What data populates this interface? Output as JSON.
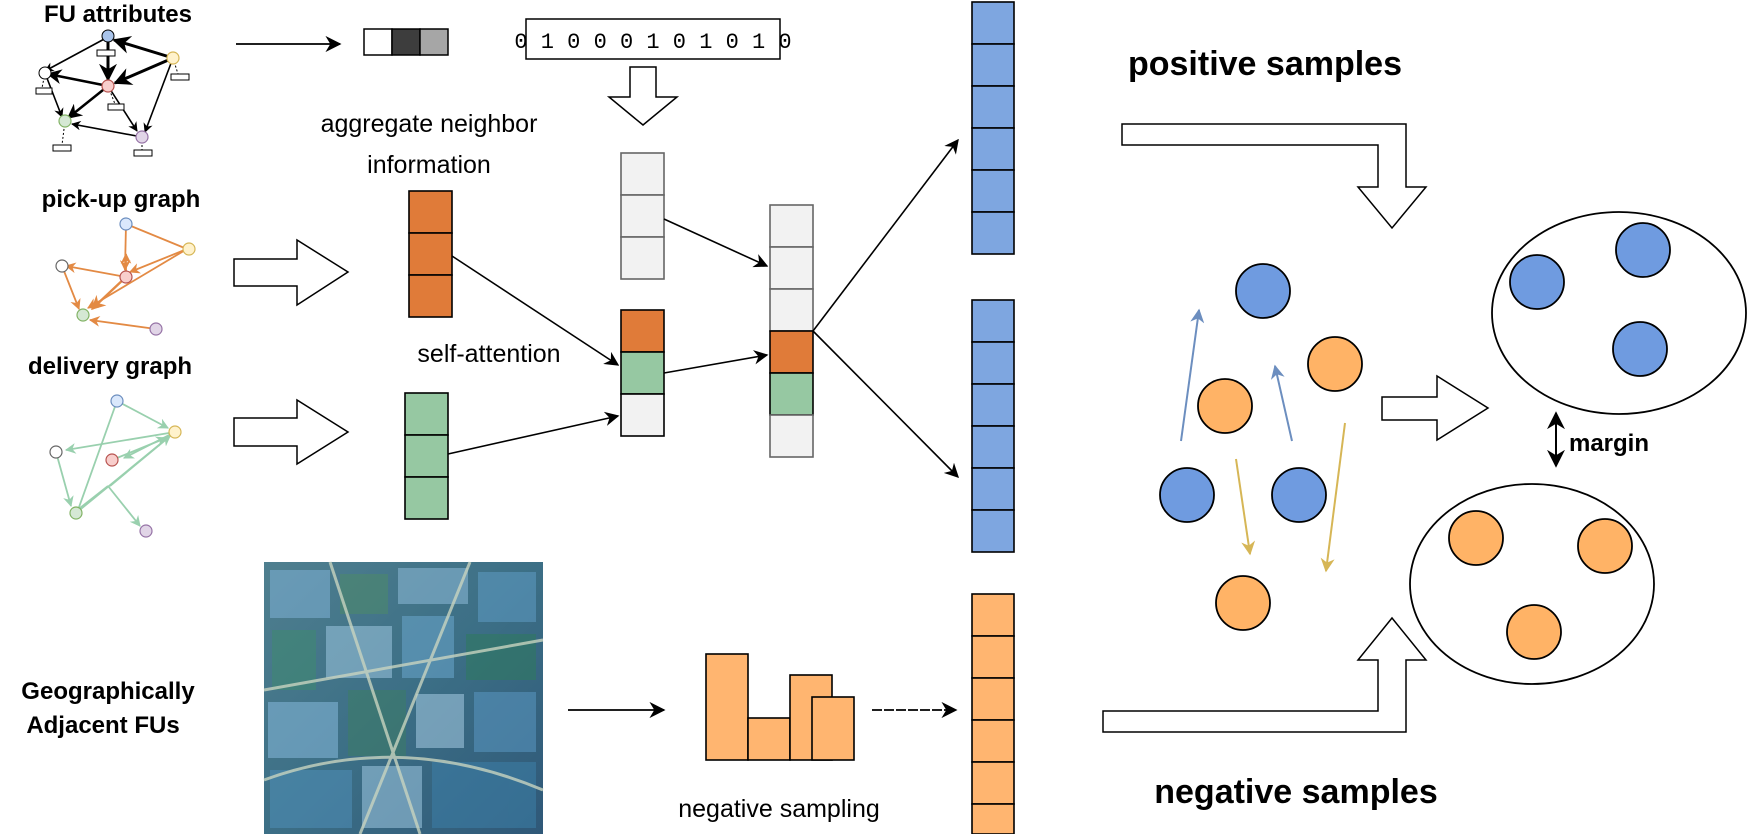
{
  "labels": {
    "fu_attributes": "FU attributes",
    "pickup_graph": "pick-up graph",
    "delivery_graph": "delivery graph",
    "geo_line1": "Geographically",
    "geo_line2": "Adjacent FUs",
    "aggregate_line1": "aggregate neighbor",
    "aggregate_line2": "information",
    "self_attention": "self-attention",
    "negative_sampling": "negative sampling",
    "positive_samples": "positive samples",
    "negative_samples": "negative samples",
    "margin": "margin",
    "binary_code": "0 1 0 0 0 1 0 1 0 1 0"
  },
  "colors": {
    "orange_cell": "#e07b39",
    "green_cell": "#96c8a2",
    "gray_cell": "#f2f2f2",
    "blue_vector": "#7ea6e0",
    "peach_vector": "#ffb570",
    "blue_point": "#6f9be0",
    "orange_point": "#ffb366",
    "pickup_edge": "#e38a44",
    "delivery_edge": "#99d0ae",
    "blue_arrow": "#6c8ebf",
    "gold_arrow": "#d6b656"
  },
  "icons": {
    "map": "satellite-map-image",
    "histogram": "bar-histogram-icon",
    "graph": "node-graph-icon"
  }
}
